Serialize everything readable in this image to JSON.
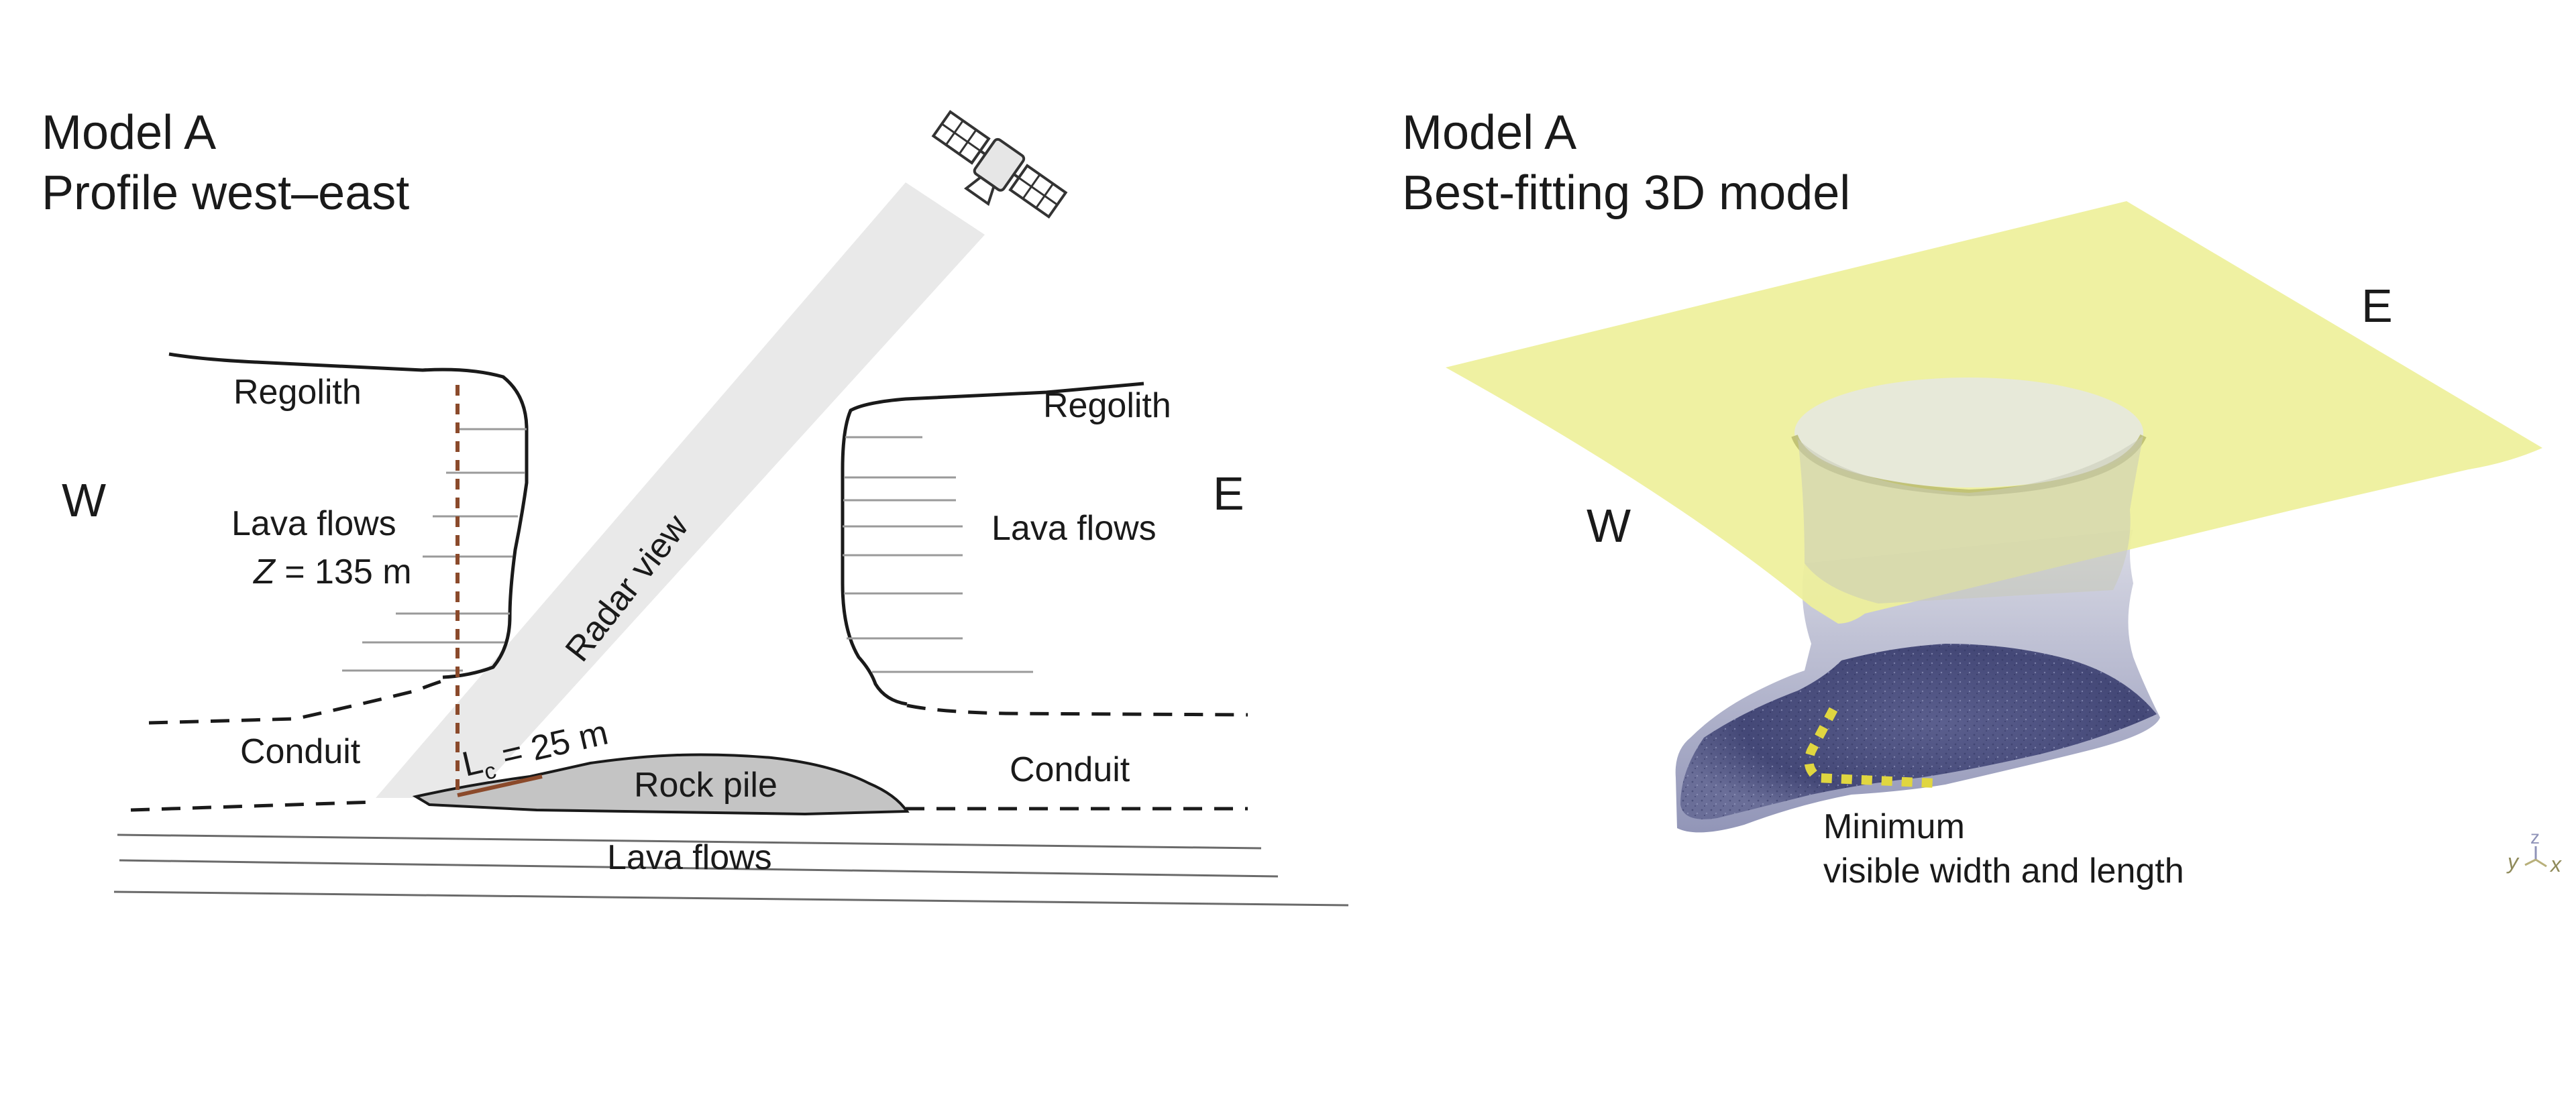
{
  "left_panel": {
    "title_line1": "Model A",
    "title_line2": "Profile west–east",
    "labels": {
      "regolith_west": "Regolith",
      "regolith_east": "Regolith",
      "west": "W",
      "east": "E",
      "lava_flows_west": "Lava flows",
      "depth_var": "Z",
      "depth_value": " = 135 m",
      "lava_flows_east": "Lava flows",
      "radar_view": "Radar view",
      "conduit_west": "Conduit",
      "conduit_east": "Conduit",
      "lc_var": "L",
      "lc_sub": "c",
      "lc_value": " = 25 m",
      "rock_pile": "Rock pile",
      "lava_flows_bottom": "Lava flows"
    },
    "icons": [
      "satellite-icon"
    ],
    "colors": {
      "ink": "#1a1a1a",
      "layer_lines": "#9a9a9a",
      "radar_beam": "#e9e9e9",
      "vertical_marker": "#8b4a2b",
      "rock_pile": "#c4c4c4"
    }
  },
  "right_panel": {
    "title_line1": "Model A",
    "title_line2": "Best-fitting 3D model",
    "labels": {
      "west": "W",
      "east": "E",
      "caption_line1": "Minimum",
      "caption_line2": "visible width and length"
    },
    "axes": {
      "z": "z",
      "y": "y",
      "x": "x"
    },
    "colors": {
      "surface": "#eef09a",
      "conduit_mesh": "#b9bdd2",
      "rock_pile_mesh": "#4a4f80",
      "measure_dots": "#e0d640"
    }
  }
}
